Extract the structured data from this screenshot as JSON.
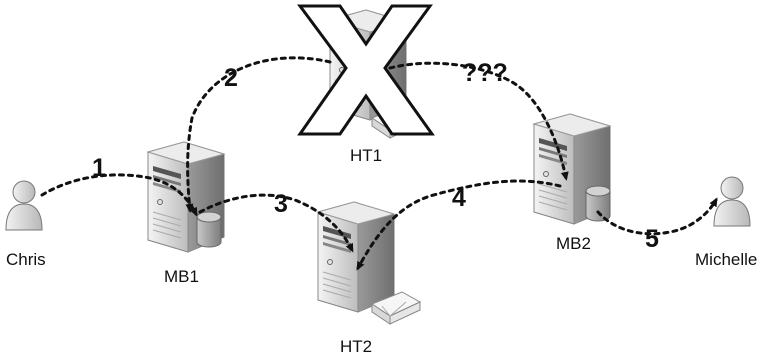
{
  "nodes": {
    "chris": {
      "label": "Chris",
      "icon": "user-icon"
    },
    "mb1": {
      "label": "MB1",
      "icon": "mailbox-server-icon"
    },
    "ht1": {
      "label": "HT1",
      "icon": "hub-transport-server-icon",
      "status": "failed"
    },
    "ht2": {
      "label": "HT2",
      "icon": "hub-transport-server-icon"
    },
    "mb2": {
      "label": "MB2",
      "icon": "mailbox-server-icon"
    },
    "michelle": {
      "label": "Michelle",
      "icon": "user-icon"
    }
  },
  "steps": {
    "s1": "1",
    "s2": "2",
    "s3": "3",
    "s4": "4",
    "s5": "5",
    "unknown": "???"
  },
  "colors": {
    "line": "#111111",
    "server_light": "#e6e6e6",
    "server_dark": "#8a8a8a",
    "failure_mark": "#ffffff"
  }
}
